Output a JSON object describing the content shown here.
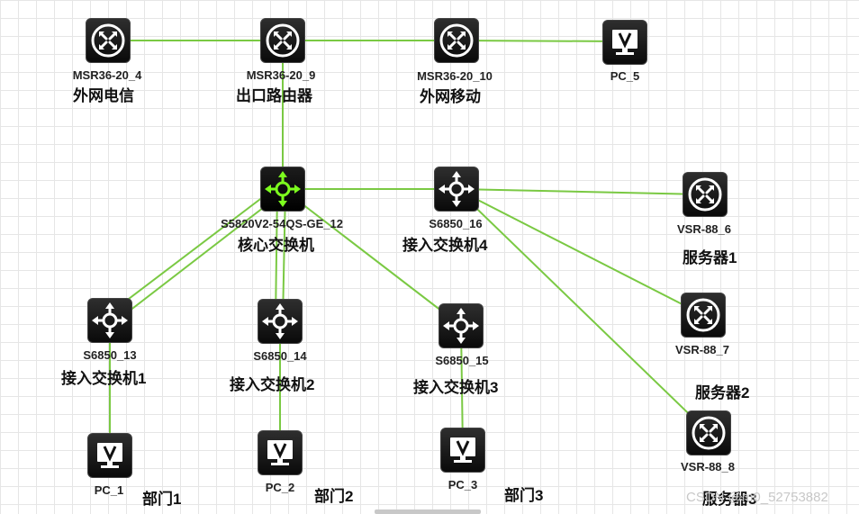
{
  "devices": {
    "msr4": {
      "name": "MSR36-20_4",
      "desc": "外网电信",
      "icon": "router-icon"
    },
    "msr9": {
      "name": "MSR36-20_9",
      "desc": "出口路由器",
      "icon": "router-icon"
    },
    "msr10": {
      "name": "MSR36-20_10",
      "desc": "外网移动",
      "icon": "router-icon"
    },
    "pc5": {
      "name": "PC_5",
      "icon": "monitor-icon"
    },
    "core": {
      "name": "S5820V2-54QS-GE_12",
      "desc": "核心交换机",
      "icon": "core-switch-icon",
      "color": "#7dff1e"
    },
    "sw16": {
      "name": "S6850_16",
      "desc": "接入交换机4",
      "icon": "switch-icon"
    },
    "vsr6": {
      "name": "VSR-88_6",
      "desc": "服务器1",
      "icon": "router-icon"
    },
    "vsr7": {
      "name": "VSR-88_7",
      "desc": "服务器2",
      "icon": "router-icon"
    },
    "vsr8": {
      "name": "VSR-88_8",
      "desc": "服务器3",
      "icon": "router-icon"
    },
    "sw13": {
      "name": "S6850_13",
      "desc": "接入交换机1",
      "icon": "switch-icon"
    },
    "sw14": {
      "name": "S6850_14",
      "desc": "接入交换机2",
      "icon": "switch-icon"
    },
    "sw15": {
      "name": "S6850_15",
      "desc": "接入交换机3",
      "icon": "switch-icon"
    },
    "pc1": {
      "name": "PC_1",
      "desc": "部门1",
      "icon": "monitor-icon"
    },
    "pc2": {
      "name": "PC_2",
      "desc": "部门2",
      "icon": "monitor-icon"
    },
    "pc3": {
      "name": "PC_3",
      "desc": "部门3",
      "icon": "monitor-icon"
    }
  },
  "link_color": "#7ac943",
  "watermark": "CSDN @m0_52753882"
}
